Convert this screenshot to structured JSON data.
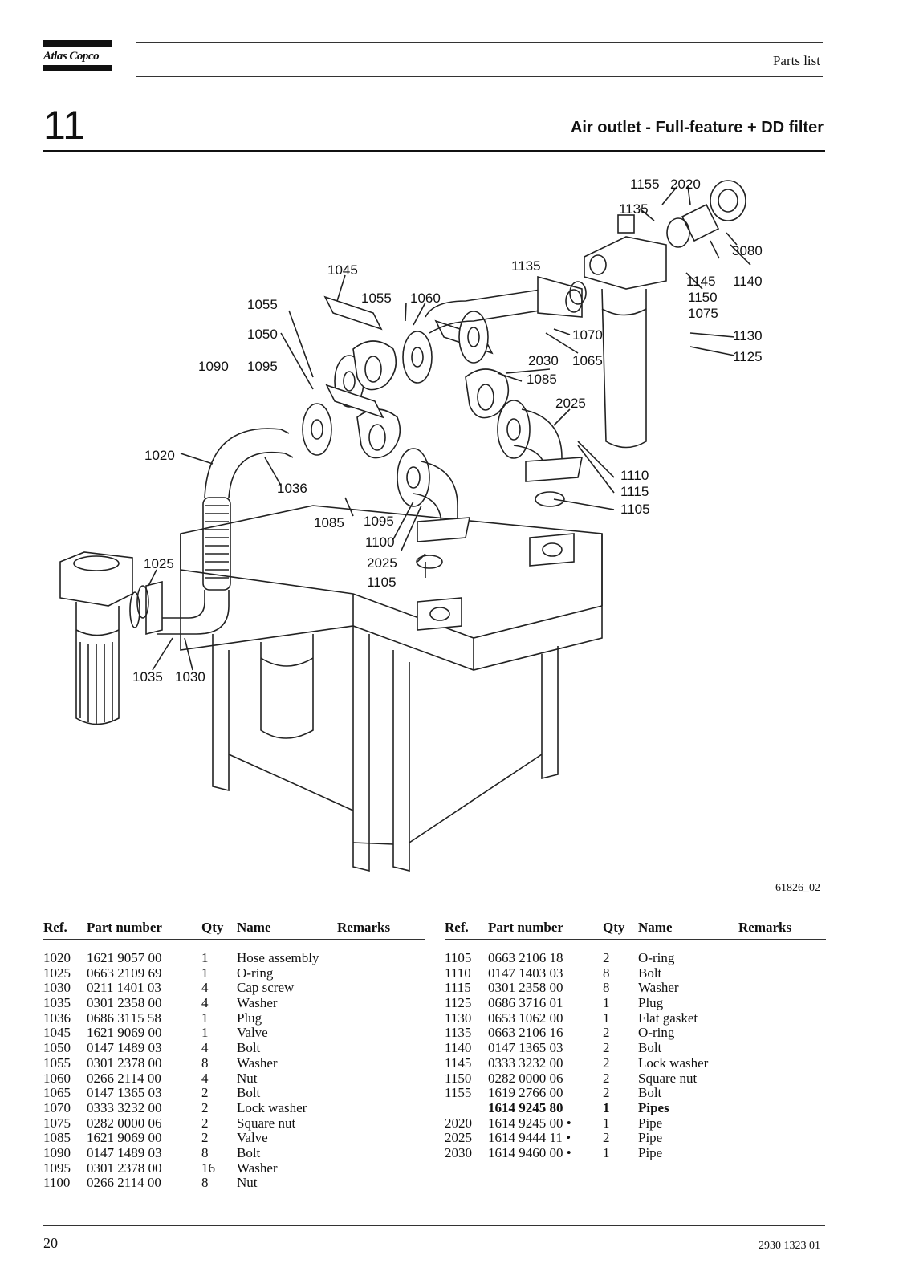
{
  "header": {
    "brand": "Atlas Copco",
    "section": "Parts list"
  },
  "title": {
    "number": "11",
    "text": "Air outlet - Full-feature + DD filter"
  },
  "diagram": {
    "callouts": [
      "1155",
      "2020",
      "1135",
      "3080",
      "1140",
      "1145",
      "1150",
      "1075",
      "1130",
      "1125",
      "1135",
      "1045",
      "1055",
      "1060",
      "1070",
      "1065",
      "2030",
      "1085",
      "1055",
      "1050",
      "1090",
      "1095",
      "2025",
      "1110",
      "1115",
      "1105",
      "1020",
      "1036",
      "1085",
      "1095",
      "1100",
      "2025",
      "1105",
      "1025",
      "1035",
      "1030"
    ],
    "figure_code": "61826_02"
  },
  "table_headers": {
    "ref": "Ref.",
    "part_number": "Part number",
    "qty": "Qty",
    "name": "Name",
    "remarks": "Remarks"
  },
  "left_rows": [
    {
      "ref": "1020",
      "pn": "1621 9057 00",
      "qty": "1",
      "name": "Hose assembly"
    },
    {
      "ref": "1025",
      "pn": "0663 2109 69",
      "qty": "1",
      "name": "O-ring"
    },
    {
      "ref": "1030",
      "pn": "0211 1401 03",
      "qty": "4",
      "name": "Cap screw"
    },
    {
      "ref": "1035",
      "pn": "0301 2358 00",
      "qty": "4",
      "name": "Washer"
    },
    {
      "ref": "1036",
      "pn": "0686 3115 58",
      "qty": "1",
      "name": "Plug"
    },
    {
      "ref": "1045",
      "pn": "1621 9069 00",
      "qty": "1",
      "name": "Valve"
    },
    {
      "ref": "1050",
      "pn": "0147 1489 03",
      "qty": "4",
      "name": "Bolt"
    },
    {
      "ref": "1055",
      "pn": "0301 2378 00",
      "qty": "8",
      "name": "Washer"
    },
    {
      "ref": "1060",
      "pn": "0266 2114 00",
      "qty": "4",
      "name": "Nut"
    },
    {
      "ref": "1065",
      "pn": "0147 1365 03",
      "qty": "2",
      "name": "Bolt"
    },
    {
      "ref": "1070",
      "pn": "0333 3232 00",
      "qty": "2",
      "name": "Lock washer"
    },
    {
      "ref": "1075",
      "pn": "0282 0000 06",
      "qty": "2",
      "name": "Square nut"
    },
    {
      "ref": "1085",
      "pn": "1621 9069 00",
      "qty": "2",
      "name": "Valve"
    },
    {
      "ref": "1090",
      "pn": "0147 1489 03",
      "qty": "8",
      "name": "Bolt"
    },
    {
      "ref": "1095",
      "pn": "0301 2378 00",
      "qty": "16",
      "name": "Washer"
    },
    {
      "ref": "1100",
      "pn": "0266 2114 00",
      "qty": "8",
      "name": "Nut"
    }
  ],
  "right_rows": [
    {
      "ref": "1105",
      "pn": "0663 2106 18",
      "qty": "2",
      "name": "O-ring"
    },
    {
      "ref": "1110",
      "pn": "0147 1403 03",
      "qty": "8",
      "name": "Bolt"
    },
    {
      "ref": "1115",
      "pn": "0301 2358 00",
      "qty": "8",
      "name": "Washer"
    },
    {
      "ref": "1125",
      "pn": "0686 3716 01",
      "qty": "1",
      "name": "Plug"
    },
    {
      "ref": "1130",
      "pn": "0653 1062 00",
      "qty": "1",
      "name": "Flat gasket"
    },
    {
      "ref": "1135",
      "pn": "0663 2106 16",
      "qty": "2",
      "name": "O-ring"
    },
    {
      "ref": "1140",
      "pn": "0147 1365 03",
      "qty": "2",
      "name": "Bolt"
    },
    {
      "ref": "1145",
      "pn": "0333 3232 00",
      "qty": "2",
      "name": "Lock washer"
    },
    {
      "ref": "1150",
      "pn": "0282 0000 06",
      "qty": "2",
      "name": "Square nut"
    },
    {
      "ref": "1155",
      "pn": "1619 2766 00",
      "qty": "2",
      "name": "Bolt"
    },
    {
      "ref": "",
      "pn": "1614 9245 80",
      "qty": "1",
      "name": "Pipes",
      "bold": true
    },
    {
      "ref": "2020",
      "pn": "1614 9245 00 •",
      "qty": "1",
      "name": "Pipe"
    },
    {
      "ref": "2025",
      "pn": "1614 9444 11 •",
      "qty": "2",
      "name": "Pipe"
    },
    {
      "ref": "2030",
      "pn": "1614 9460 00 •",
      "qty": "1",
      "name": "Pipe"
    }
  ],
  "footer": {
    "page": "20",
    "doc": "2930 1323 01"
  }
}
